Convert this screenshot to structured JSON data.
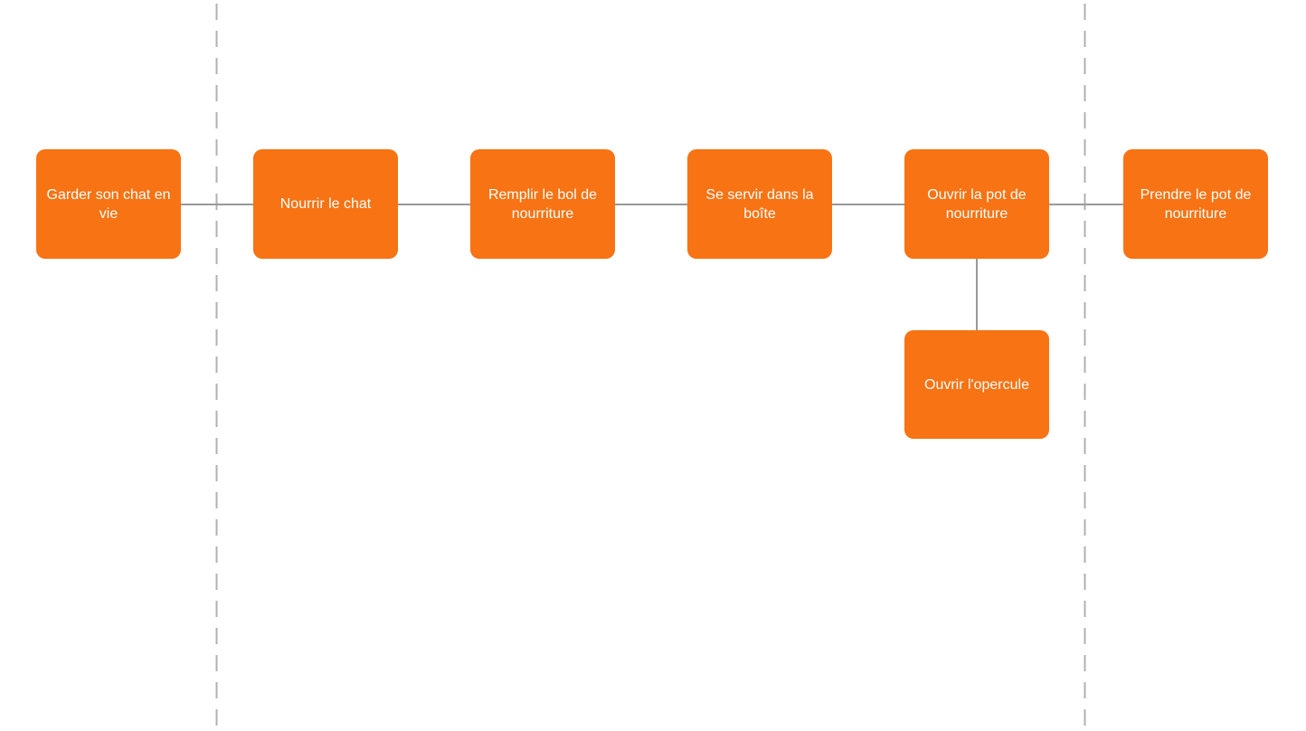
{
  "diagram": {
    "type": "flowchart",
    "language": "fr",
    "nodes": [
      {
        "id": "n1",
        "label": "Garder son chat en vie"
      },
      {
        "id": "n2",
        "label": "Nourrir le chat"
      },
      {
        "id": "n3",
        "label": "Remplir le bol de nourriture"
      },
      {
        "id": "n4",
        "label": "Se servir dans la boîte"
      },
      {
        "id": "n5",
        "label": "Ouvrir la pot de nourriture"
      },
      {
        "id": "n6",
        "label": "Prendre le pot de nourriture"
      },
      {
        "id": "n7",
        "label": "Ouvrir l'opercule"
      }
    ],
    "edges": [
      {
        "from": "n1",
        "to": "n2",
        "style": "solid"
      },
      {
        "from": "n2",
        "to": "n3",
        "style": "solid"
      },
      {
        "from": "n3",
        "to": "n4",
        "style": "solid"
      },
      {
        "from": "n4",
        "to": "n5",
        "style": "solid"
      },
      {
        "from": "n5",
        "to": "n6",
        "style": "solid"
      },
      {
        "from": "n5",
        "to": "n7",
        "style": "solid"
      }
    ],
    "page_guides": [
      {
        "orientation": "vertical",
        "position": "between n1 and n2",
        "style": "dashed"
      },
      {
        "orientation": "vertical",
        "position": "between n5 and n6",
        "style": "dashed"
      }
    ],
    "colors": {
      "node_fill": "#f77313",
      "node_text": "#ffffff",
      "connector": "#999999",
      "page_guide": "#b0b0b0",
      "background": "#ffffff"
    }
  }
}
